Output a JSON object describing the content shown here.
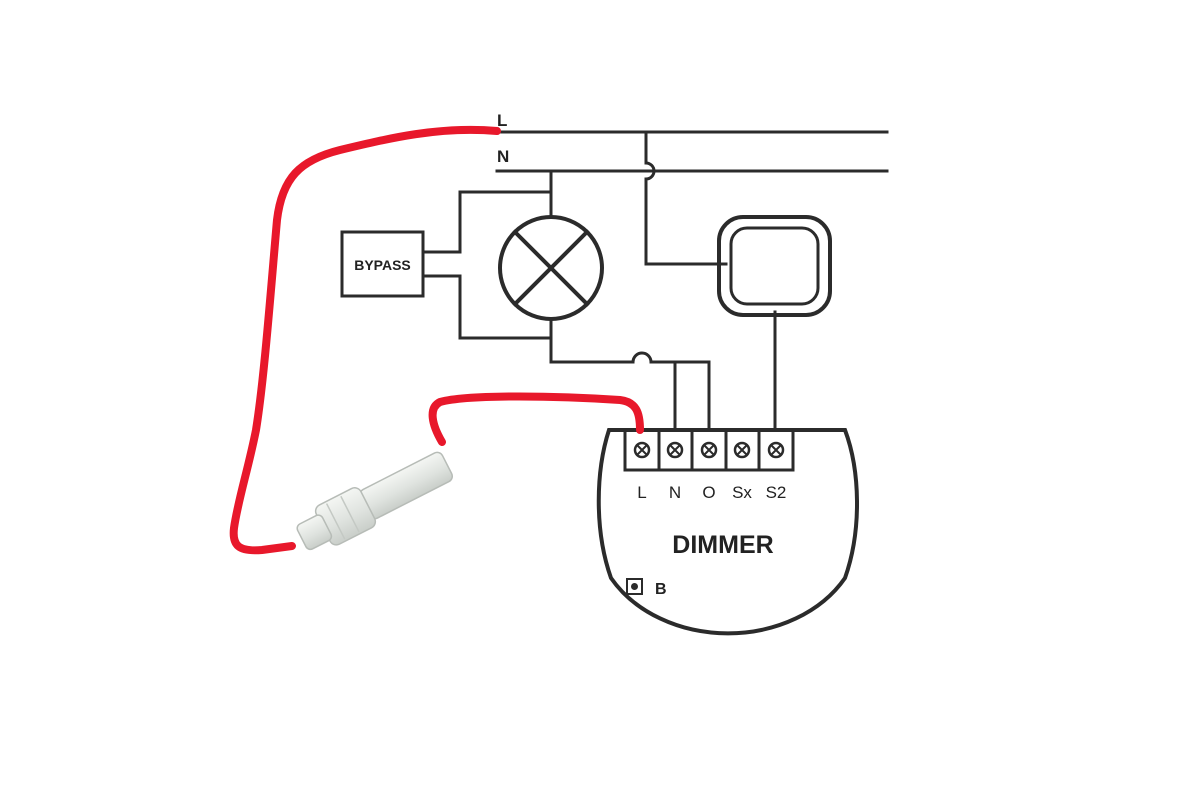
{
  "lines": {
    "live": "L",
    "neutral": "N"
  },
  "bypass": {
    "label": "BYPASS"
  },
  "dimmer": {
    "title": "DIMMER",
    "terminals": [
      "L",
      "N",
      "O",
      "Sx",
      "S2"
    ],
    "button_label": "B"
  },
  "colors": {
    "wire": "#2b2b2b",
    "red_wire": "#e8182b",
    "connector": "#e6e9e5"
  },
  "icons": {
    "lamp": "lamp-icon",
    "switch": "push-switch-icon",
    "terminal": "screw-terminal-icon",
    "connector": "wire-connector-icon"
  }
}
